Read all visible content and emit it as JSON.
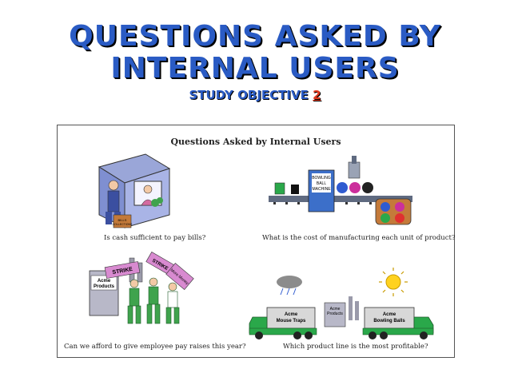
{
  "slide": {
    "title_line1": "QUESTIONS ASKED BY",
    "title_line2": "INTERNAL USERS",
    "subtitle_text": "STUDY OBJECTIVE ",
    "subtitle_number": "2"
  },
  "panel": {
    "title": "Questions Asked by Internal Users",
    "captions": {
      "cash": "Is cash sufficient to pay bills?",
      "cost": "What is the cost of manufacturing each unit of product?",
      "pay": "Can we afford to give employee pay raises this year?",
      "profit": "Which product line is the most profitable?"
    },
    "labels": {
      "bills": "BILLS",
      "collections": "COLLECTIONS",
      "machine": [
        "BOWLING",
        "BALL",
        "MACHINE"
      ],
      "acme_factory": [
        "Acme",
        "Products"
      ],
      "strike1": "STRIKE",
      "strike2": "STRIKE",
      "strike3": "More Money",
      "truck1": [
        "Acme",
        "Mouse Traps"
      ],
      "truck2": [
        "Acme",
        "Bowling Balls"
      ],
      "factory2": [
        "Acme",
        "Products"
      ]
    }
  },
  "colors": {
    "title": "#2a5bc4",
    "accent": "#e23a1f"
  }
}
